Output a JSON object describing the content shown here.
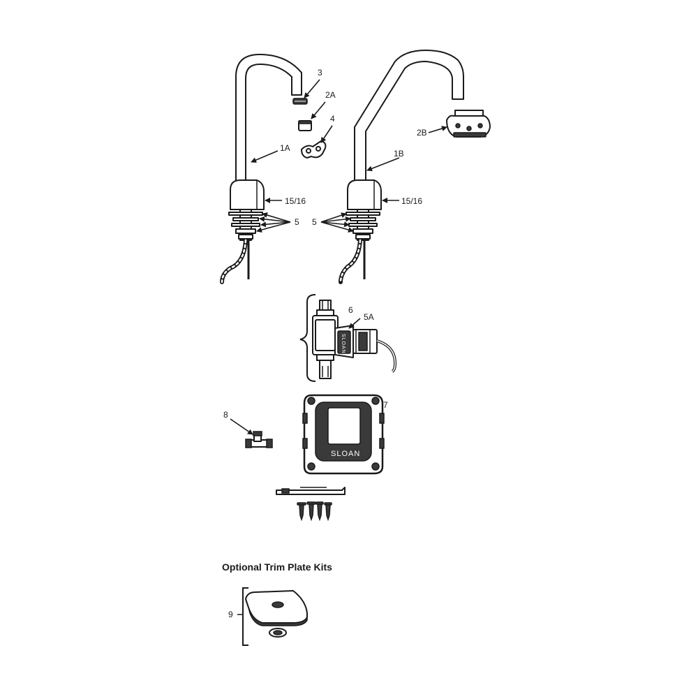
{
  "labels": {
    "part_1a": "1A",
    "part_1b": "1B",
    "part_2a": "2A",
    "part_2b": "2B",
    "part_3": "3",
    "part_4": "4",
    "part_5_left": "5",
    "part_5_right": "5",
    "part_5a": "5A",
    "part_6": "6",
    "part_7": "7",
    "part_8": "8",
    "part_9": "9",
    "size_left": "15/16",
    "size_right": "15/16"
  },
  "brand": {
    "sensor": "SLOAN",
    "valve": "SLOAN"
  },
  "section": {
    "optional_kits": "Optional Trim Plate Kits"
  },
  "colors": {
    "line": "#1a1a1a",
    "fill_dark": "#3a3a3a",
    "background": "#ffffff"
  }
}
